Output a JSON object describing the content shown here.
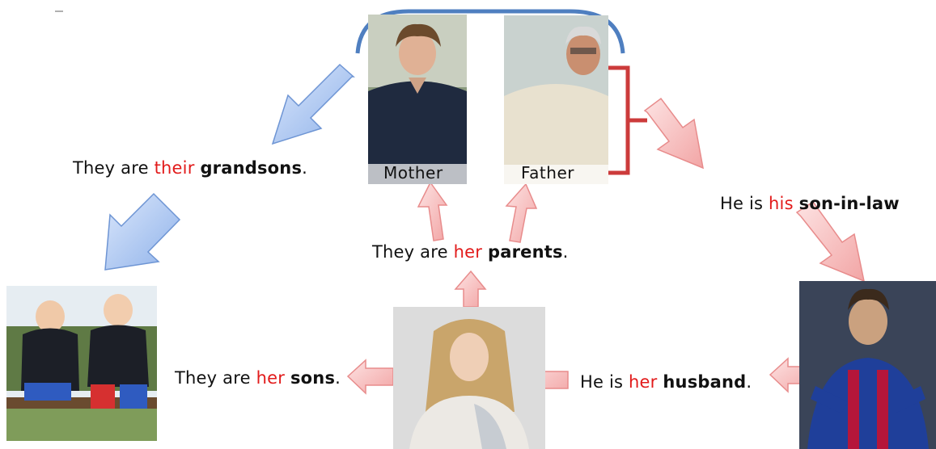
{
  "people": {
    "mother_label": "Mother",
    "father_label": "Father"
  },
  "sentences": {
    "grandsons": {
      "a": "They are ",
      "b": "their",
      "c": "grandsons",
      "d": "."
    },
    "son_in_law": {
      "a": "He is ",
      "b": "his",
      "c": "son-in-law",
      "d": ""
    },
    "parents": {
      "a": "They are ",
      "b": "her",
      "c": "parents",
      "d": "."
    },
    "sons": {
      "a": "They are ",
      "b": "her",
      "c": "sons",
      "d": "."
    },
    "husband": {
      "a": "He is ",
      "b": "her",
      "c": "husband",
      "d": "."
    }
  },
  "colors": {
    "accent_red": "#e21b1b",
    "arrow_pink": "#f6b6b6",
    "arrow_blue": "#9fbfee",
    "bracket_blue": "#4f7fc0",
    "bracket_red": "#cc3b3b"
  }
}
